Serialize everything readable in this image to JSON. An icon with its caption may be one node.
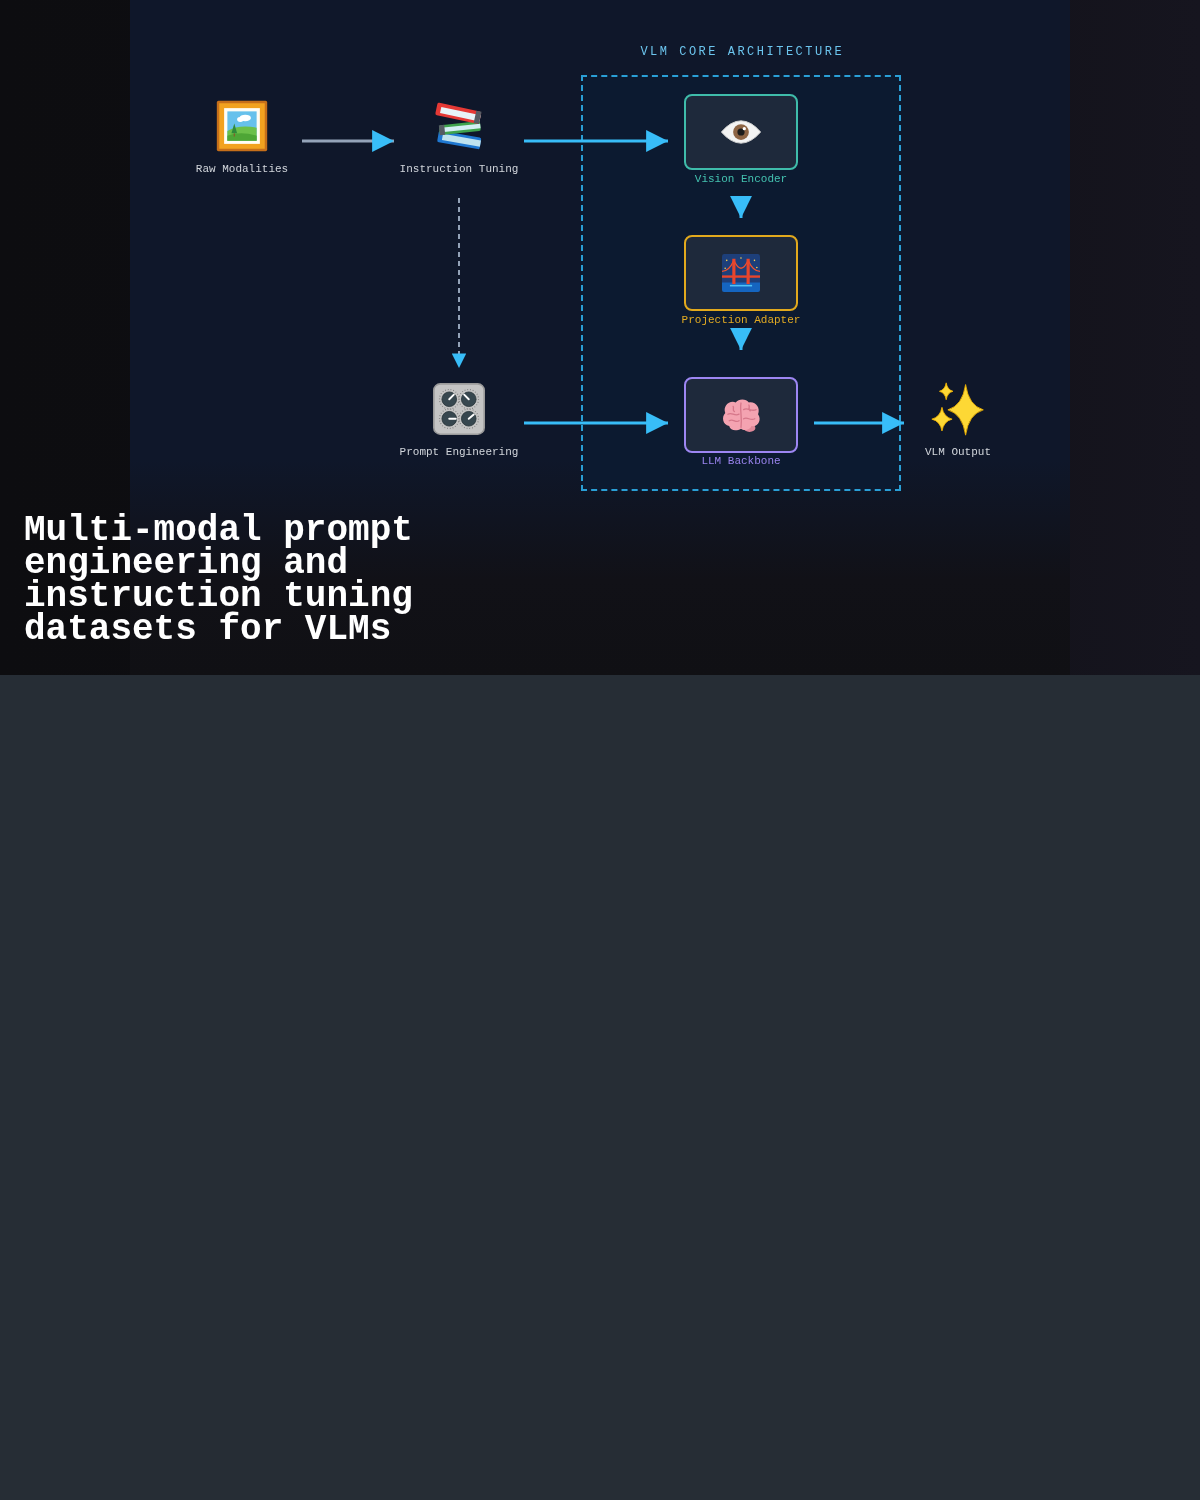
{
  "diagram": {
    "title": "Multi-modal prompt engineering and instruction tuning datasets for VLMs",
    "nodes": [
      {
        "text": [
          "Raw Modalities"
        ]
      },
      {
        "text": [
          "Instruction Tuning"
        ]
      },
      {
        "text": [
          "VLM CORE ARCHITECTURE"
        ]
      },
      {
        "text": [
          "Vision Encoder"
        ],
        "in": 2
      },
      {
        "text": [
          "Projection Adapter"
        ],
        "in": 2
      },
      {
        "text": [
          "Prompt Engineering"
        ]
      },
      {
        "text": [
          "LLM Backbone"
        ],
        "in": 2
      },
      {
        "text": [
          "VLM Output"
        ]
      }
    ],
    "edges": [
      {
        "from": 0,
        "to": 1,
        "arrow": "to",
        "color": "#94a3b8"
      },
      {
        "from": 1,
        "to": 3,
        "arrow": "to"
      },
      {
        "from": 1,
        "to": 5,
        "arrow": "to",
        "style": "dashed",
        "color": "#94a3b8"
      },
      {
        "from": 3,
        "to": 4,
        "arrow": "to"
      },
      {
        "from": 4,
        "to": 6,
        "arrow": "to"
      },
      {
        "from": 5,
        "to": 6,
        "arrow": "to"
      },
      {
        "from": 6,
        "to": 7,
        "arrow": "to"
      }
    ]
  }
}
